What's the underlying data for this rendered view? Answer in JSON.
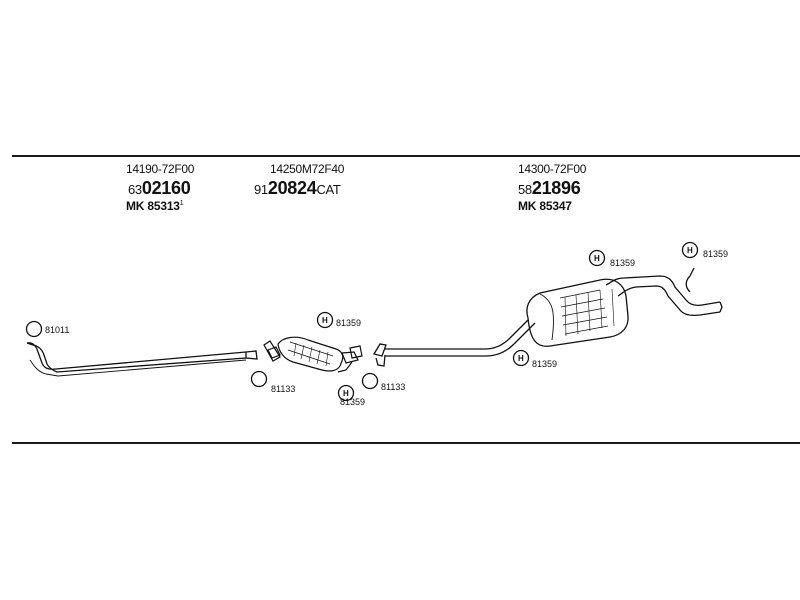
{
  "parts": [
    {
      "oe": "14190-72F00",
      "prefix": "63",
      "number": "02160",
      "suffix": "",
      "mk": "MK 85313",
      "mk_sup": "1"
    },
    {
      "oe": "14250M72F40",
      "prefix": "91",
      "number": "20824",
      "suffix": "CAT",
      "mk": "",
      "mk_sup": ""
    },
    {
      "oe": "14300-72F00",
      "prefix": "58",
      "number": "21896",
      "suffix": "",
      "mk": "MK 85347",
      "mk_sup": ""
    }
  ],
  "callouts": [
    {
      "label": "81011",
      "letter": ""
    },
    {
      "label": "81359",
      "letter": "H"
    },
    {
      "label": "81133",
      "letter": ""
    },
    {
      "label": "81133",
      "letter": ""
    },
    {
      "label": "81359",
      "letter": "H"
    },
    {
      "label": "81359",
      "letter": "H"
    },
    {
      "label": "81359",
      "letter": "H"
    },
    {
      "label": "81359",
      "letter": "H"
    }
  ]
}
